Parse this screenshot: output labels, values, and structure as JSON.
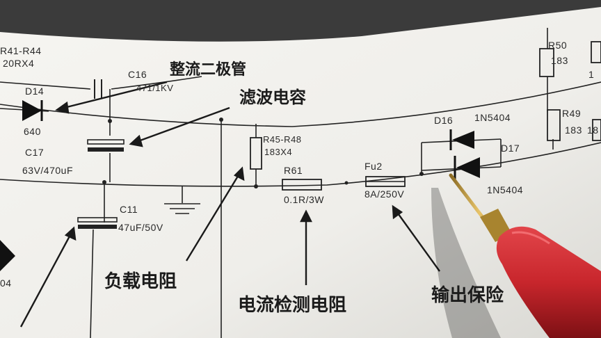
{
  "components": {
    "r41_r44": "R41-R44",
    "r41_r44_val": "20RX4",
    "c16": "C16",
    "c16_val": "471/1KV",
    "d14": "D14",
    "d14_val": "640",
    "c17": "C17",
    "c17_val": "63V/470uF",
    "c11": "C11",
    "c11_val": "47uF/50V",
    "left_partial": "04",
    "r45_r48": "R45-R48",
    "r45_r48_val": "183X4",
    "r61": "R61",
    "r61_val": "0.1R/3W",
    "fu2": "Fu2",
    "fu2_val": "8A/250V",
    "d16": "D16",
    "d16_part": "1N5404",
    "d17": "D17",
    "d17_part": "1N5404",
    "r50": "R50",
    "r50_val": "183",
    "r49": "R49",
    "r49_val": "183",
    "edge_1": "1",
    "edge_18": "18"
  },
  "annotations": {
    "rectifier_diode": "整流二极管",
    "filter_capacitor": "滤波电容",
    "load_resistor": "负载电阻",
    "current_sense_resistor": "电流检测电阻",
    "output_protection": "输出保险"
  },
  "colors": {
    "paper": "#f2f1ed",
    "ink": "#1e1e1e",
    "probe_red": "#c8262c",
    "probe_tip": "#c9a24a"
  }
}
